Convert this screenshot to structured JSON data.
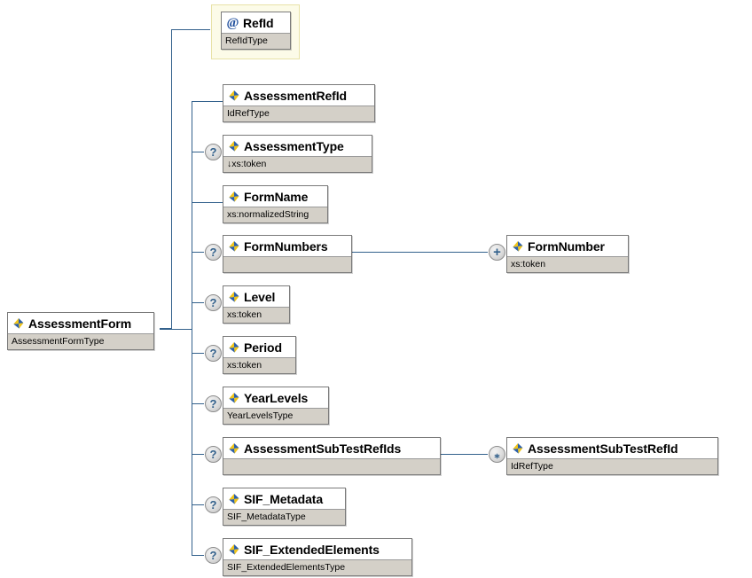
{
  "diagram": {
    "type": "xml-schema-tree",
    "root": {
      "name": "AssessmentForm",
      "type_label": "AssessmentFormType",
      "icon": "element-icon",
      "occurrence": null
    },
    "attributes": [
      {
        "name": "RefId",
        "type_label": "RefIdType",
        "icon": "attribute-at-icon",
        "occurrence": null,
        "required": true
      }
    ],
    "children": [
      {
        "name": "AssessmentRefId",
        "type_label": "IdRefType",
        "icon": "element-icon",
        "occurrence": null
      },
      {
        "name": "AssessmentType",
        "type_label": "↓xs:token",
        "icon": "element-icon",
        "occurrence": "?"
      },
      {
        "name": "FormName",
        "type_label": "xs:normalizedString",
        "icon": "element-icon",
        "occurrence": null
      },
      {
        "name": "FormNumbers",
        "type_label": "",
        "icon": "element-icon",
        "occurrence": "?",
        "children": [
          {
            "name": "FormNumber",
            "type_label": "xs:token",
            "icon": "element-icon",
            "occurrence": "+"
          }
        ]
      },
      {
        "name": "Level",
        "type_label": "xs:token",
        "icon": "element-icon",
        "occurrence": "?"
      },
      {
        "name": "Period",
        "type_label": "xs:token",
        "icon": "element-icon",
        "occurrence": "?"
      },
      {
        "name": "YearLevels",
        "type_label": "YearLevelsType",
        "icon": "element-icon",
        "occurrence": "?"
      },
      {
        "name": "AssessmentSubTestRefIds",
        "type_label": "",
        "icon": "element-icon",
        "occurrence": "?",
        "children": [
          {
            "name": "AssessmentSubTestRefId",
            "type_label": "IdRefType",
            "icon": "element-icon",
            "occurrence": "⁎"
          }
        ]
      },
      {
        "name": "SIF_Metadata",
        "type_label": "SIF_MetadataType",
        "icon": "element-icon",
        "occurrence": "?"
      },
      {
        "name": "SIF_ExtendedElements",
        "type_label": "SIF_ExtendedElementsType",
        "icon": "element-icon",
        "occurrence": "?"
      }
    ],
    "colors": {
      "connector": "#33618c",
      "node_border": "#7a7a7a",
      "subtitle_background": "#d4d0c8",
      "attribute_frame_border": "#e8e2a8",
      "attribute_frame_background": "#fcfbe8",
      "marker_text": "#33618c",
      "icon_blue": "#2b5fa8",
      "icon_yellow": "#f0c419"
    }
  }
}
